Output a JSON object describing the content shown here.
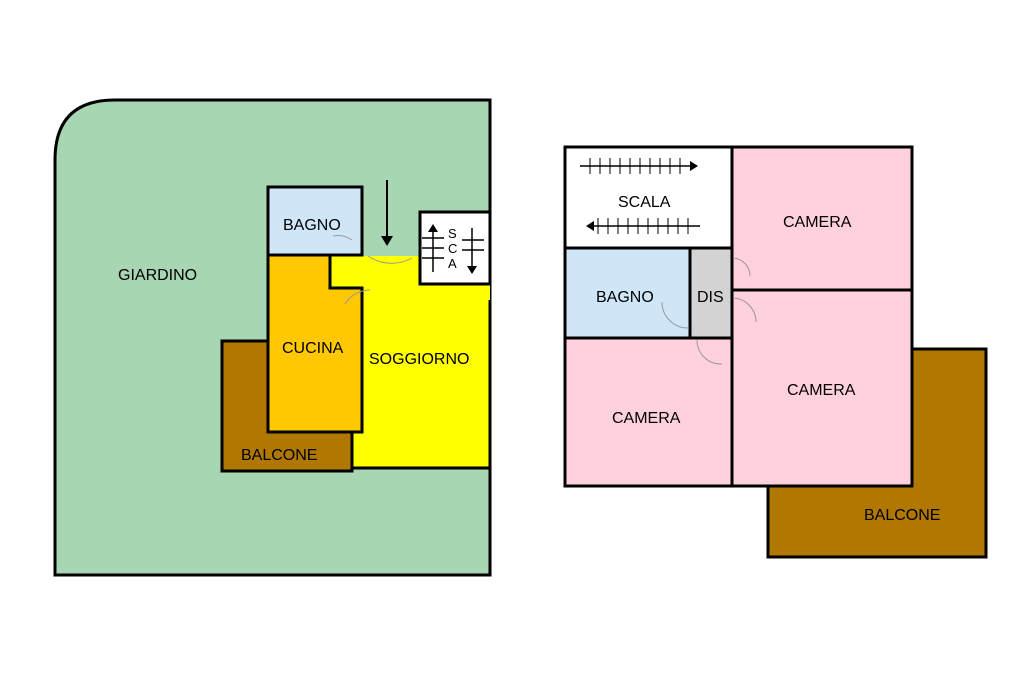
{
  "colors": {
    "garden": "#a8d5b2",
    "living": "#ffff00",
    "kitchen": "#ffc800",
    "balcony": "#b07800",
    "bath": "#cfe6f8",
    "bedroom": "#ffd1dc",
    "hall": "#d3d3d3",
    "stairs": "#ffffff"
  },
  "ground_floor": {
    "garden": "GIARDINO",
    "bath": "BAGNO",
    "kitchen": "CUCINA",
    "living": "SOGGIORNO",
    "balcony": "BALCONE",
    "stairs": [
      "S",
      "C",
      "A"
    ]
  },
  "upper_floor": {
    "stairs": "SCALA",
    "bath": "BAGNO",
    "hall": "DIS",
    "bedroom_top": "CAMERA",
    "bedroom_left": "CAMERA",
    "bedroom_right": "CAMERA",
    "balcony": "BALCONE"
  }
}
